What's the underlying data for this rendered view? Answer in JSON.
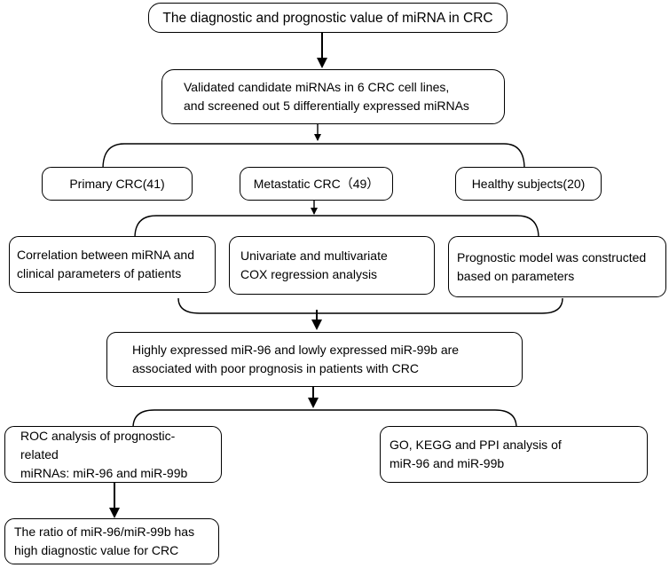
{
  "boxes": {
    "title": [
      "The diagnostic and prognostic value of miRNA in  CRC"
    ],
    "validated": [
      "Validated candidate miRNAs in 6 CRC cell lines,",
      "and screened out 5 differentially expressed miRNAs"
    ],
    "primary": [
      "Primary CRC(41)"
    ],
    "metastatic": [
      "Metastatic CRC（49）"
    ],
    "healthy": [
      "Healthy subjects(20)"
    ],
    "correlation": [
      "Correlation between miRNA and",
      "clinical parameters of patients"
    ],
    "cox": [
      "Univariate  and multivariate",
      "COX regression analysis"
    ],
    "prognostic_model": [
      "Prognostic model was constructed",
      "based on  parameters"
    ],
    "highly_expressed": [
      "Highly expressed miR-96 and lowly expressed miR-99b are",
      "associated with poor prognosis in patients with CRC"
    ],
    "roc": [
      "ROC analysis of prognostic-related",
      "miRNAs: miR-96 and miR-99b"
    ],
    "go_kegg": [
      "GO, KEGG and PPI analysis of",
      "miR-96 and miR-99b"
    ],
    "ratio": [
      "The ratio of miR-96/miR-99b has",
      "high diagnostic value for CRC"
    ]
  },
  "colors": {
    "stroke": "#000000",
    "fill": "#ffffff"
  }
}
